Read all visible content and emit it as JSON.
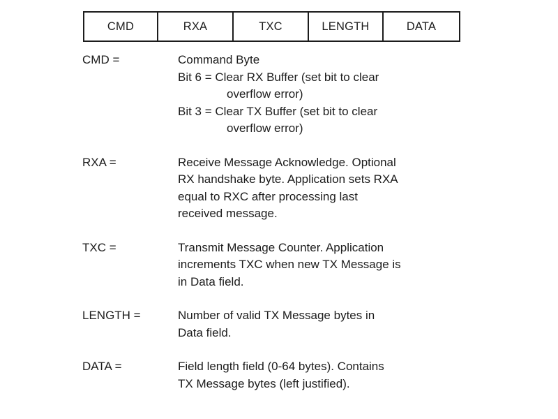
{
  "document": {
    "type": "protocol-frame-definition",
    "background_color": "#ffffff",
    "text_color": "#1c1c1c",
    "border_color": "#1c1c1c"
  },
  "frame_table": {
    "name": "packet-frame-layout",
    "fields": [
      {
        "label": "CMD"
      },
      {
        "label": "RXA"
      },
      {
        "label": "TXC"
      },
      {
        "label": "LENGTH"
      },
      {
        "label": "DATA"
      }
    ]
  },
  "definitions": [
    {
      "term": "CMD =",
      "lines": [
        {
          "text": "Command Byte",
          "indent": false
        },
        {
          "text": "Bit 6 = Clear RX Buffer (set bit to clear",
          "indent": false
        },
        {
          "text": "overflow error)",
          "indent": true
        },
        {
          "text": "Bit 3 = Clear TX Buffer (set bit to clear",
          "indent": false
        },
        {
          "text": "overflow error)",
          "indent": true
        }
      ]
    },
    {
      "term": "RXA =",
      "lines": [
        {
          "text": "Receive Message Acknowledge. Optional",
          "indent": false
        },
        {
          "text": "RX handshake byte. Application sets RXA",
          "indent": false
        },
        {
          "text": "equal to RXC after processing last",
          "indent": false
        },
        {
          "text": "received message.",
          "indent": false
        }
      ]
    },
    {
      "term": "TXC =",
      "lines": [
        {
          "text": "Transmit Message Counter. Application",
          "indent": false
        },
        {
          "text": "increments TXC when new TX Message is",
          "indent": false
        },
        {
          "text": "in Data field.",
          "indent": false
        }
      ]
    },
    {
      "term": "LENGTH =",
      "lines": [
        {
          "text": "Number of valid TX Message bytes in",
          "indent": false
        },
        {
          "text": "Data field.",
          "indent": false
        }
      ]
    },
    {
      "term": "DATA =",
      "lines": [
        {
          "text": "Field length field (0-64 bytes). Contains",
          "indent": false
        },
        {
          "text": "TX Message bytes (left justified).",
          "indent": false
        }
      ]
    }
  ]
}
